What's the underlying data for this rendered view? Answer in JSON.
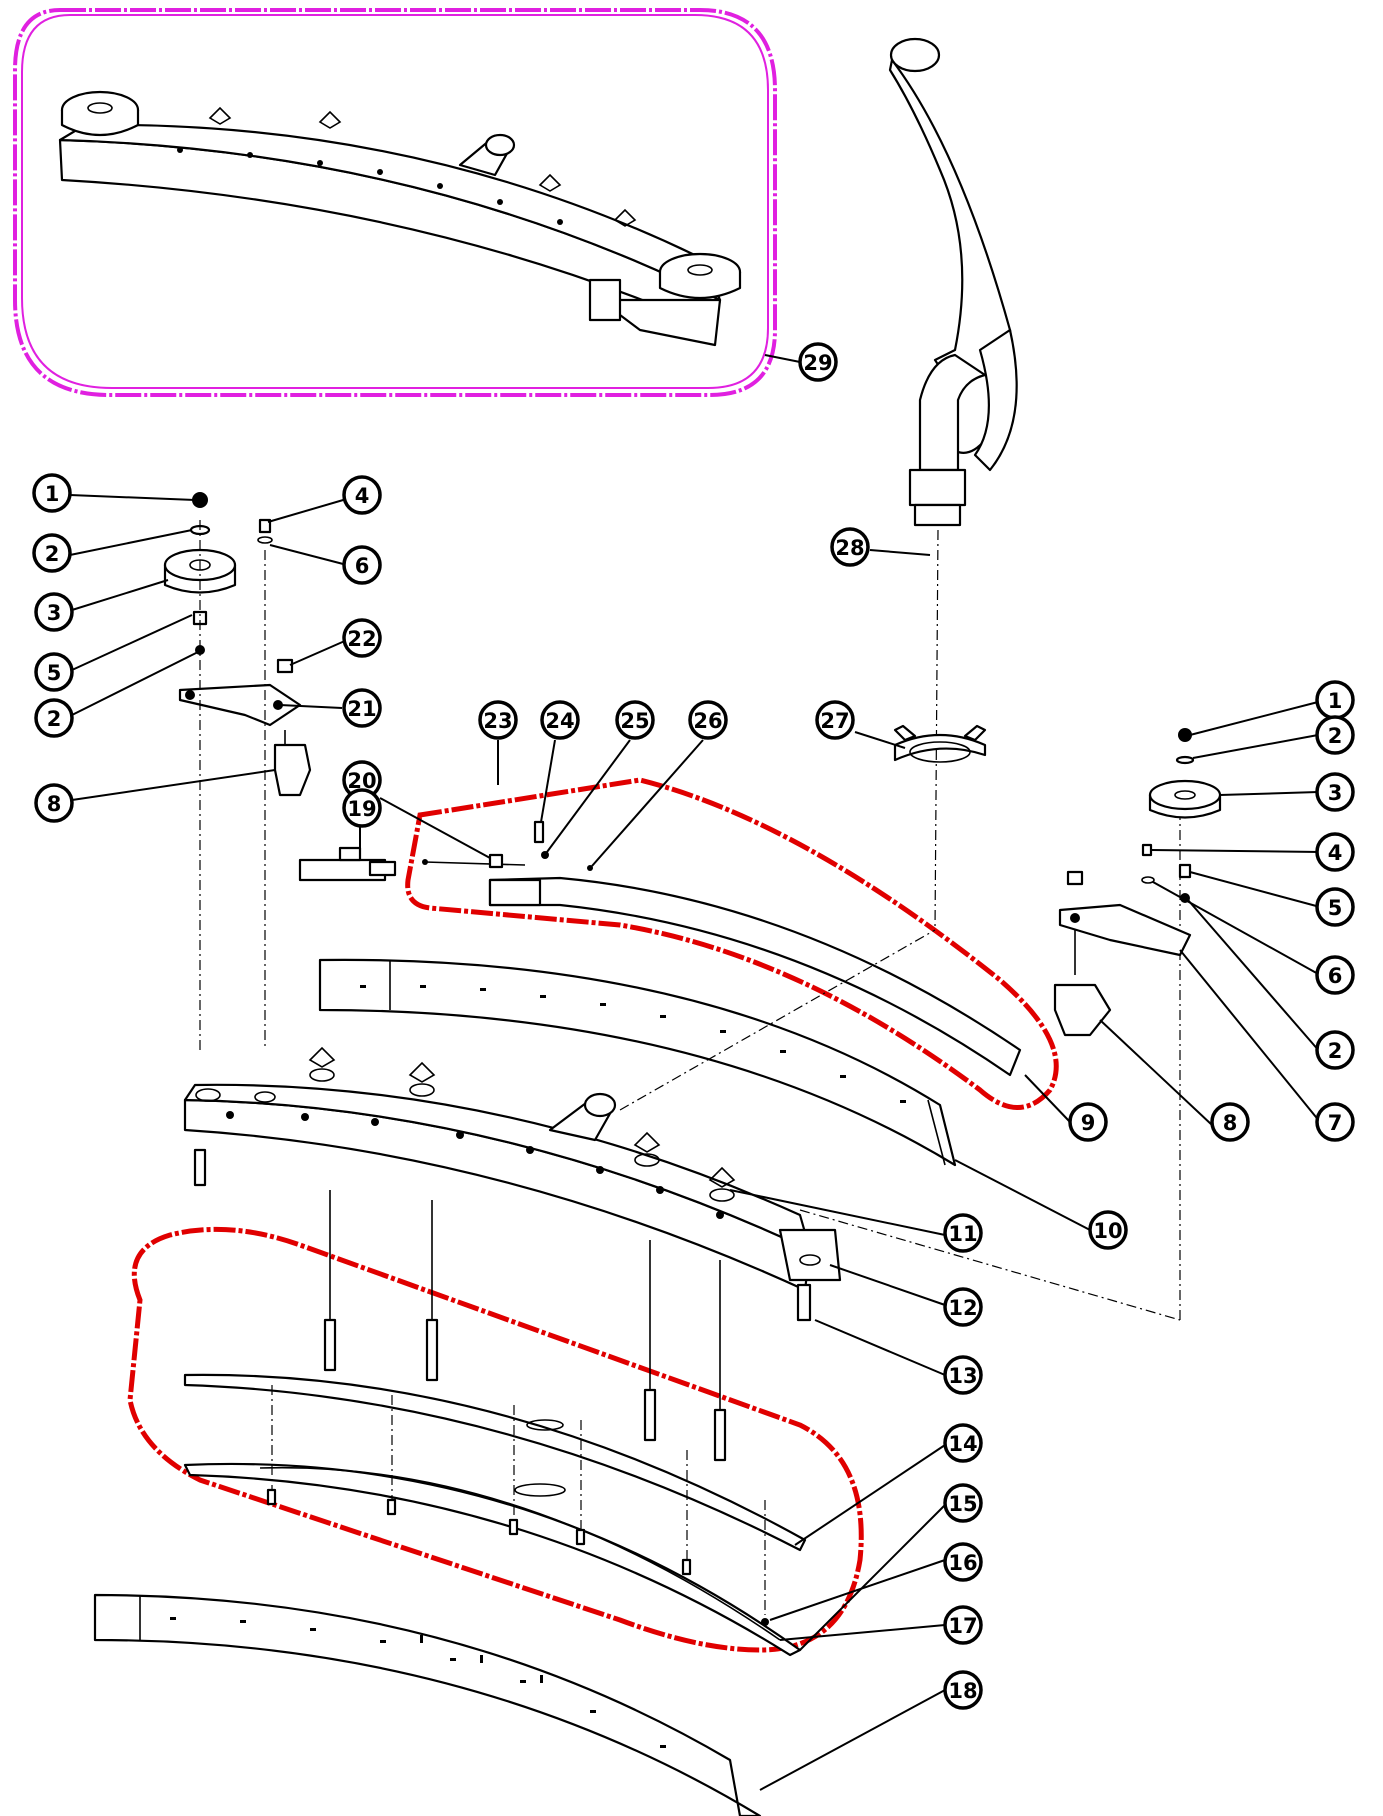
{
  "highlight_colors": {
    "assembly_outline": "#e020e0",
    "group_outline": "#e00000"
  },
  "callouts": {
    "c1a": "1",
    "c2a": "2",
    "c3a": "3",
    "c5a": "5",
    "c2b": "2",
    "c8a": "8",
    "c4a": "4",
    "c6a": "6",
    "c22": "22",
    "c21": "21",
    "c19": "19",
    "c20": "20",
    "c23": "23",
    "c24": "24",
    "c25": "25",
    "c26": "26",
    "c27": "27",
    "c28": "28",
    "c29": "29",
    "c1b": "1",
    "c2c": "2",
    "c3b": "3",
    "c4b": "4",
    "c5b": "5",
    "c6b": "6",
    "c2d": "2",
    "c7": "7",
    "c8b": "8",
    "c9": "9",
    "c10": "10",
    "c11": "11",
    "c12": "12",
    "c13": "13",
    "c14": "14",
    "c15": "15",
    "c16": "16",
    "c17": "17",
    "c18": "18"
  }
}
